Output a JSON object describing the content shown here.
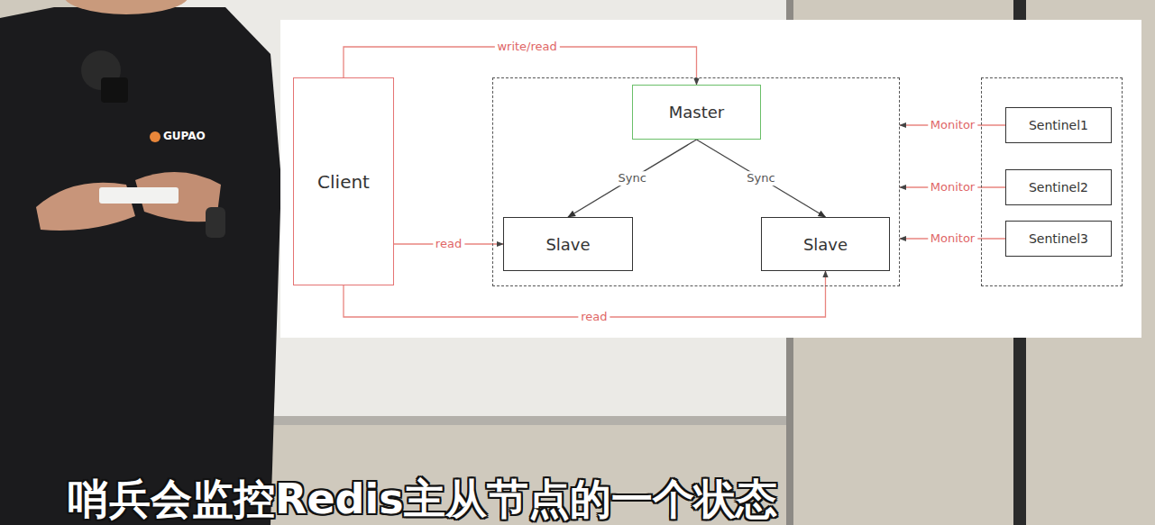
{
  "diagram": {
    "nodes": [
      {
        "text": [
          "Client"
        ]
      },
      {
        "text": []
      },
      {
        "text": [
          "Master"
        ],
        "in": 1
      },
      {
        "text": [
          "Slave"
        ],
        "in": 1
      },
      {
        "text": [
          "Slave"
        ],
        "in": 1
      },
      {
        "text": []
      },
      {
        "text": [
          "Sentinel1"
        ],
        "in": 5
      },
      {
        "text": [
          "Sentinel2"
        ],
        "in": 5
      },
      {
        "text": [
          "Sentinel3"
        ],
        "in": 5
      }
    ],
    "edges": [
      {
        "from": 0,
        "to": 2,
        "label": "write/read",
        "arrow": "to"
      },
      {
        "from": 2,
        "to": 3,
        "label": "Sync",
        "arrow": "to"
      },
      {
        "from": 2,
        "to": 4,
        "label": "Sync",
        "arrow": "to"
      },
      {
        "from": 0,
        "to": 3,
        "label": "read",
        "arrow": "to"
      },
      {
        "from": 0,
        "to": 4,
        "label": "read",
        "arrow": "to"
      },
      {
        "from": 6,
        "to": 1,
        "label": "Monitor",
        "arrow": "to"
      },
      {
        "from": 7,
        "to": 1,
        "label": "Monitor",
        "arrow": "to"
      },
      {
        "from": 8,
        "to": 1,
        "label": "Monitor",
        "arrow": "to"
      }
    ],
    "labels": [
      "哨兵会监控Redis主从节点的一个状态",
      "GUPAO"
    ]
  }
}
